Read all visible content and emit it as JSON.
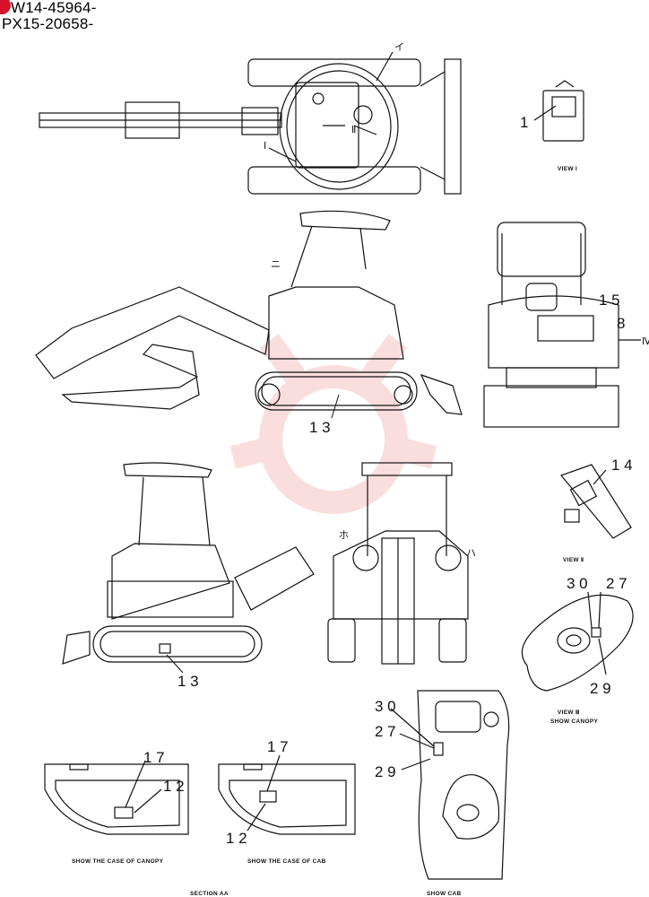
{
  "header": {
    "serial_1": "W14-45964-",
    "serial_2": "PX15-20658-"
  },
  "callouts": {
    "view1_part": "1",
    "side_top_15": "1 5",
    "side_top_8": "8",
    "side_top_13": "1 3",
    "side_bottom_13": "1 3",
    "view2_14": "1 4",
    "view3_30": "3 0",
    "view3_27": "2 7",
    "view3_29": "2 9",
    "cab_30": "3 0",
    "cab_27": "2 7",
    "cab_29": "2 9",
    "canopy_17": "1 7",
    "canopy_12": "1 2",
    "cab_section_17": "1 7",
    "cab_section_12": "1 2"
  },
  "kana_marks": {
    "i_mark": "イ",
    "ni_mark": "ニ",
    "ho_mark": "ホ",
    "ha_mark": "ハ",
    "view_marker_I": "Ⅰ",
    "view_marker_II": "Ⅱ",
    "view_marker_IV": "Ⅳ"
  },
  "captions": {
    "view_1": "VIEW Ⅰ",
    "view_2": "VIEW Ⅱ",
    "view_3": "VIEW Ⅲ",
    "view_3_sub": "SHOW CANOPY",
    "canopy_case": "SHOW THE CASE OF CANOPY",
    "cab_case": "SHOW THE CASE OF CAB",
    "section_aa": "SECTION AA",
    "show_cab": "SHOW CAB"
  },
  "colors": {
    "line": "#111111",
    "logo_red": "#d8102a",
    "watermark": "#f3a0a0"
  }
}
